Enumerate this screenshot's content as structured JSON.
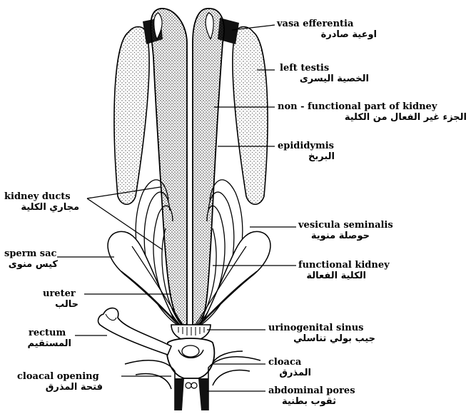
{
  "labels": {
    "vasa_efferentia": {
      "en": "vasa efferentia",
      "ar": "اوعية صادرة"
    },
    "left_testis": {
      "en": "left testis",
      "ar": "الخصية اليسرى"
    },
    "non_functional_kidney": {
      "en": "non - functional part of kidney",
      "ar": "الجزء غير الفعال من الكلية"
    },
    "epididymis": {
      "en": "epididymis",
      "ar": "البربخ"
    },
    "kidney_ducts": {
      "en": "kidney ducts",
      "ar": "مجاري الكلية"
    },
    "vesicula_seminalis": {
      "en": "vesicula seminalis",
      "ar": "حوصلة منوية"
    },
    "sperm_sac": {
      "en": "sperm sac",
      "ar": "كيس منوى"
    },
    "functional_kidney": {
      "en": "functional kidney",
      "ar": "الكلية الفعالة"
    },
    "ureter": {
      "en": "ureter",
      "ar": "حالب"
    },
    "urinogenital_sinus": {
      "en": "urinogenital sinus",
      "ar": "جيب بولي تناسلي"
    },
    "rectum": {
      "en": "rectum",
      "ar": "المستقيم"
    },
    "cloaca": {
      "en": "cloaca",
      "ar": "المذرق"
    },
    "cloacal_opening": {
      "en": "cloacal opening",
      "ar": "فتحة المذرق"
    },
    "abdominal_pores": {
      "en": "abdominal pores",
      "ar": "ثقوب بطنية"
    }
  },
  "colors": {
    "ink": "#000000",
    "background": "#ffffff",
    "stipple": "#555555"
  }
}
